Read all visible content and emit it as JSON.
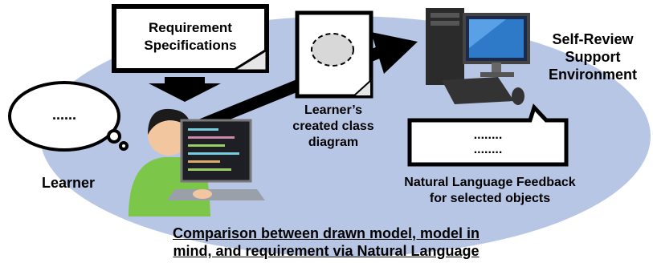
{
  "requirement_box": {
    "line1": "Requirement",
    "line2": "Specifications"
  },
  "thought_bubble": {
    "text": "......"
  },
  "class_diagram_caption": {
    "line1": "Learner’s",
    "line2": "created class",
    "line3": "diagram"
  },
  "system_label": {
    "line1": "Self-Review",
    "line2": "Support",
    "line3": "Environment"
  },
  "feedback_box": {
    "line1": "........",
    "line2": "........"
  },
  "feedback_caption": {
    "line1": "Natural Language Feedback",
    "line2": "for selected objects"
  },
  "learner_label": "Learner",
  "bottom_caption": {
    "line1": "Comparison between drawn model, model in",
    "line2": "mind, and requirement via Natural Language"
  },
  "colors": {
    "ellipse": "#b8c6e6",
    "arrow": "#000000",
    "monitor": "#1a2a4a",
    "skin": "#f2c7a0",
    "shirt": "#7cc64a"
  }
}
